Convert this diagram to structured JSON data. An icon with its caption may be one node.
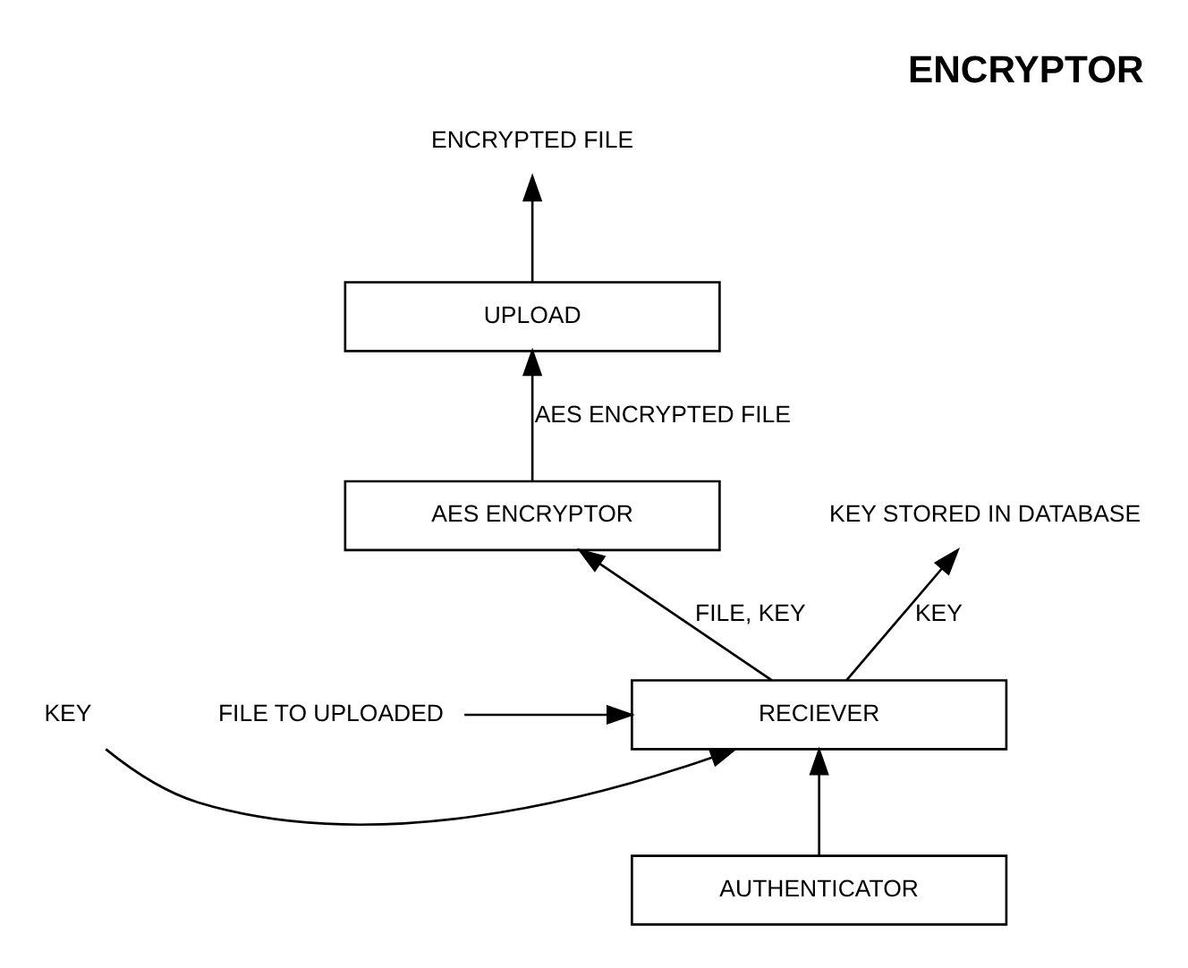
{
  "diagram": {
    "title": "ENCRYPTOR",
    "nodes": [
      {
        "text": [
          "ENCRYPTED FILE"
        ]
      },
      {
        "text": [
          "UPLOAD"
        ]
      },
      {
        "text": [
          "AES ENCRYPTOR"
        ]
      },
      {
        "text": [
          "KEY STORED IN DATABASE"
        ]
      },
      {
        "text": [
          "KEY"
        ]
      },
      {
        "text": [
          "RECIEVER"
        ]
      },
      {
        "text": [
          "FILE TO UPLOADED"
        ]
      },
      {
        "text": [
          "AUTHENTICATOR"
        ]
      }
    ],
    "edges": [
      {
        "from": 1,
        "to": 0,
        "arrow": "to"
      },
      {
        "from": 2,
        "to": 1,
        "arrow": "to",
        "label": "AES ENCRYPTED FILE"
      },
      {
        "from": 5,
        "to": 2,
        "arrow": "to",
        "label": "FILE, KEY"
      },
      {
        "from": 5,
        "to": 3,
        "arrow": "to",
        "label": "KEY"
      },
      {
        "from": 4,
        "to": 5,
        "arrow": "to"
      },
      {
        "from": 6,
        "to": 5,
        "arrow": "to"
      },
      {
        "from": 7,
        "to": 5,
        "arrow": "to"
      }
    ]
  }
}
